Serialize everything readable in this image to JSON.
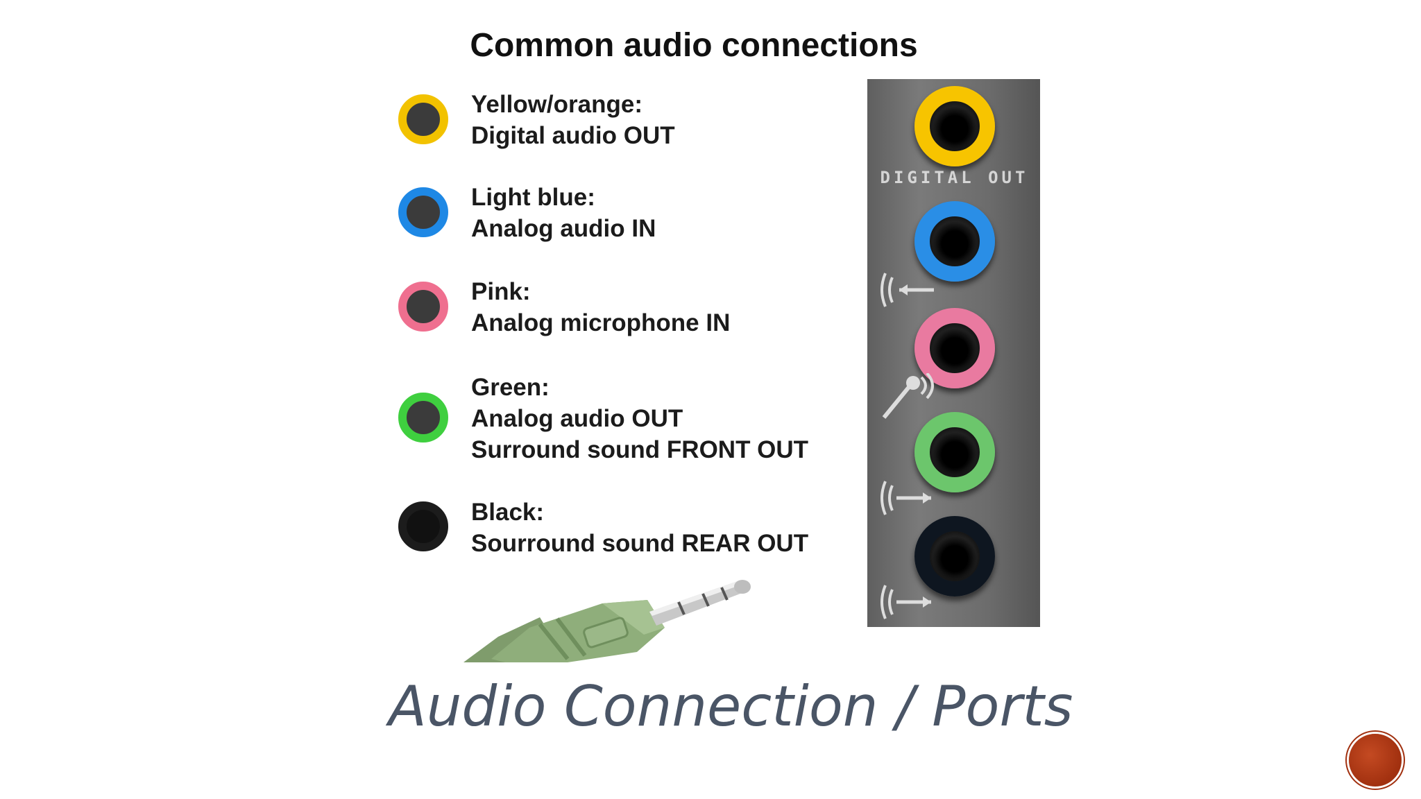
{
  "figure": {
    "title": "Common audio connections",
    "connections": [
      {
        "line1": "Yellow/orange:",
        "line2": "Digital audio OUT",
        "line3": "",
        "color": "#f2c200"
      },
      {
        "line1": "Light blue:",
        "line2": "Analog audio IN",
        "line3": "",
        "color": "#1e88e5"
      },
      {
        "line1": "Pink:",
        "line2": "Analog microphone IN",
        "line3": "",
        "color": "#ef6f8f"
      },
      {
        "line1": "Green:",
        "line2": "Analog audio OUT",
        "line3": "Surround sound FRONT OUT",
        "color": "#3fcf3f"
      },
      {
        "line1": "Black:",
        "line2": "Sourround sound REAR OUT",
        "line3": "",
        "color": "#1c1c1c"
      }
    ],
    "panel": {
      "label": "DIGITAL OUT",
      "port_colors": [
        "#f7c400",
        "#2a8ee6",
        "#e97aa0",
        "#6cc66c",
        "#0e1620"
      ],
      "symbols": [
        "line-in-icon",
        "microphone-icon",
        "line-out-icon",
        "rear-out-icon"
      ]
    },
    "plug_color": "#8fae7b"
  },
  "caption": "Audio Connection / Ports",
  "nav": {
    "badge_color": "#b03a16"
  }
}
